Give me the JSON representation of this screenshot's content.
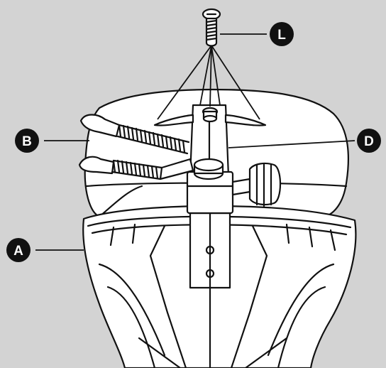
{
  "diagram": {
    "background_color": "#d3d3d3",
    "line_color": "#111111",
    "fill_color": "#ffffff",
    "callouts": [
      {
        "id": "L",
        "label": "L"
      },
      {
        "id": "B",
        "label": "B"
      },
      {
        "id": "D",
        "label": "D"
      },
      {
        "id": "A",
        "label": "A"
      }
    ]
  }
}
